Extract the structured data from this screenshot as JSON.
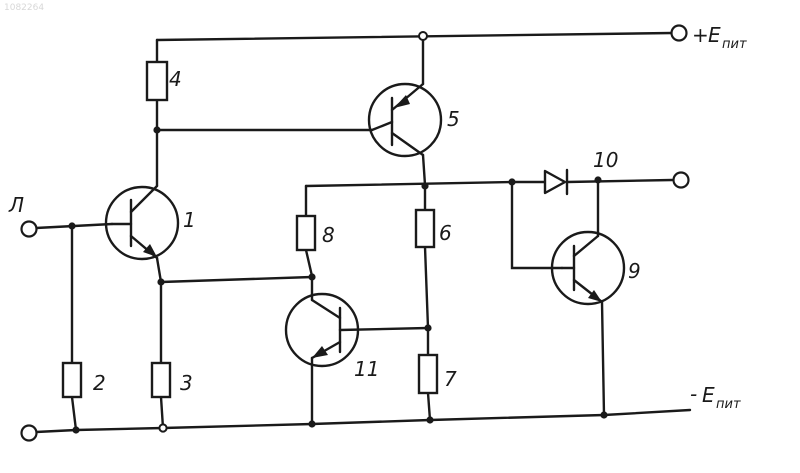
{
  "watermark": "1082264",
  "terminals": {
    "input_symbol": "Л",
    "plus_supply_sign": "+",
    "plus_supply_E": "E",
    "plus_supply_sub": "пит",
    "minus_supply_sign": "-",
    "minus_supply_E": "E",
    "minus_supply_sub": "пит"
  },
  "labels": {
    "r4": "4",
    "t5": "5",
    "t1": "1",
    "r8": "8",
    "r6": "6",
    "d10": "10",
    "t9": "9",
    "r2": "2",
    "r3": "3",
    "t11": "11",
    "r7": "7"
  }
}
